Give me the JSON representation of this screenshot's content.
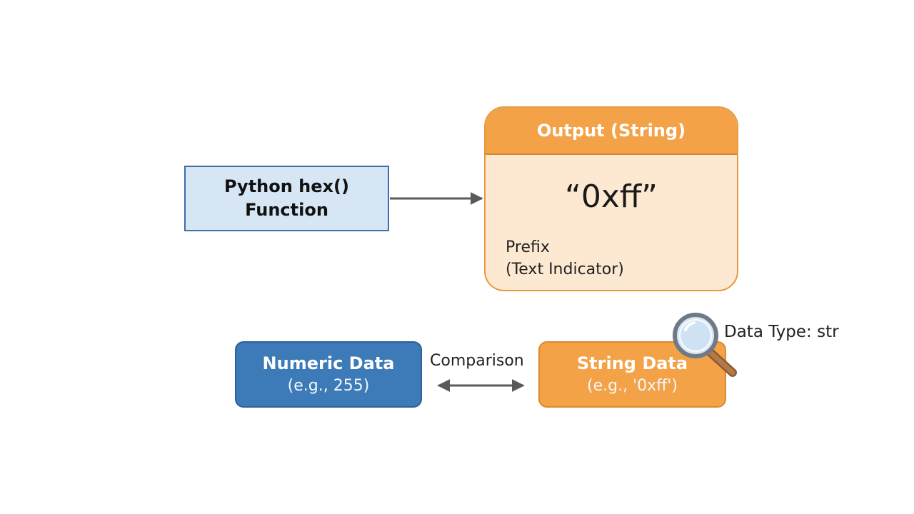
{
  "hex_function": {
    "line1": "Python hex()",
    "line2": "Function"
  },
  "output": {
    "header": "Output (String)",
    "value": "“0xff”",
    "prefix_label": "Prefix",
    "prefix_desc": "(Text Indicator)"
  },
  "numeric": {
    "title": "Numeric Data",
    "example": "(e.g., 255)"
  },
  "string": {
    "title": "String Data",
    "example": "(e.g., '0xff')"
  },
  "comparison_label": "Comparison",
  "data_type_label": "Data Type: str",
  "colors": {
    "blue_light": "#d6e6f5",
    "blue_dark": "#3d7ab8",
    "orange": "#f3a247",
    "orange_light": "#fde8d2"
  },
  "icons": {
    "magnifier": "magnifying-glass-icon"
  }
}
